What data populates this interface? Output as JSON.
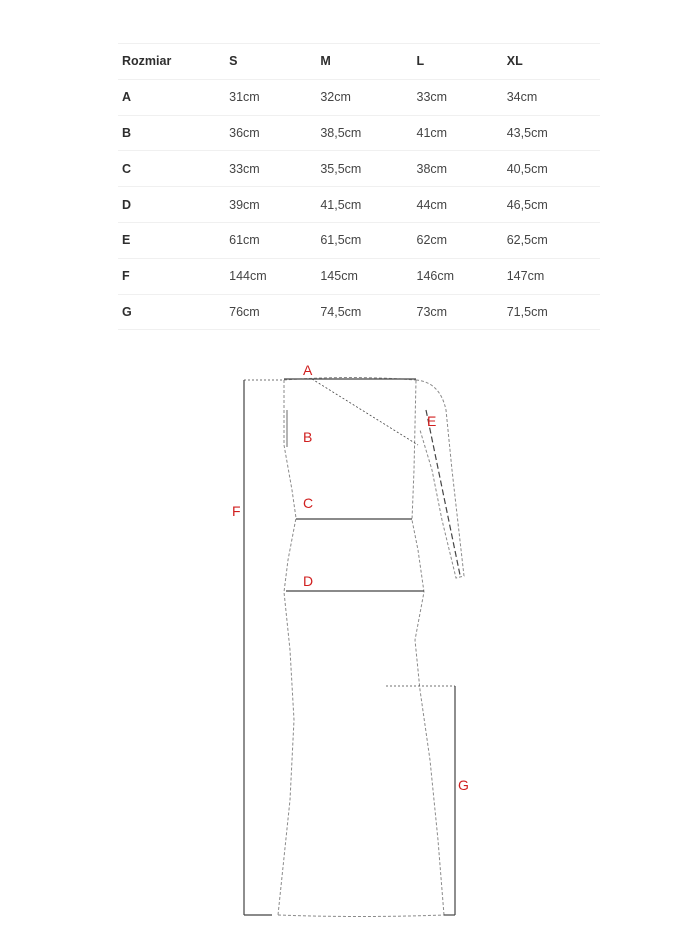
{
  "table": {
    "headers": [
      "Rozmiar",
      "S",
      "M",
      "L",
      "XL"
    ],
    "rows": [
      {
        "label": "A",
        "values": [
          "31cm",
          "32cm",
          "33cm",
          "34cm"
        ]
      },
      {
        "label": "B",
        "values": [
          "36cm",
          "38,5cm",
          "41cm",
          "43,5cm"
        ]
      },
      {
        "label": "C",
        "values": [
          "33cm",
          "35,5cm",
          "38cm",
          "40,5cm"
        ]
      },
      {
        "label": "D",
        "values": [
          "39cm",
          "41,5cm",
          "44cm",
          "46,5cm"
        ]
      },
      {
        "label": "E",
        "values": [
          "61cm",
          "61,5cm",
          "62cm",
          "62,5cm"
        ]
      },
      {
        "label": "F",
        "values": [
          "144cm",
          "145cm",
          "146cm",
          "147cm"
        ]
      },
      {
        "label": "G",
        "values": [
          "76cm",
          "74,5cm",
          "73cm",
          "71,5cm"
        ]
      }
    ]
  },
  "diagram": {
    "labels": {
      "A": "A",
      "B": "B",
      "C": "C",
      "D": "D",
      "E": "E",
      "F": "F",
      "G": "G"
    },
    "label_color": "#d01f1f"
  }
}
